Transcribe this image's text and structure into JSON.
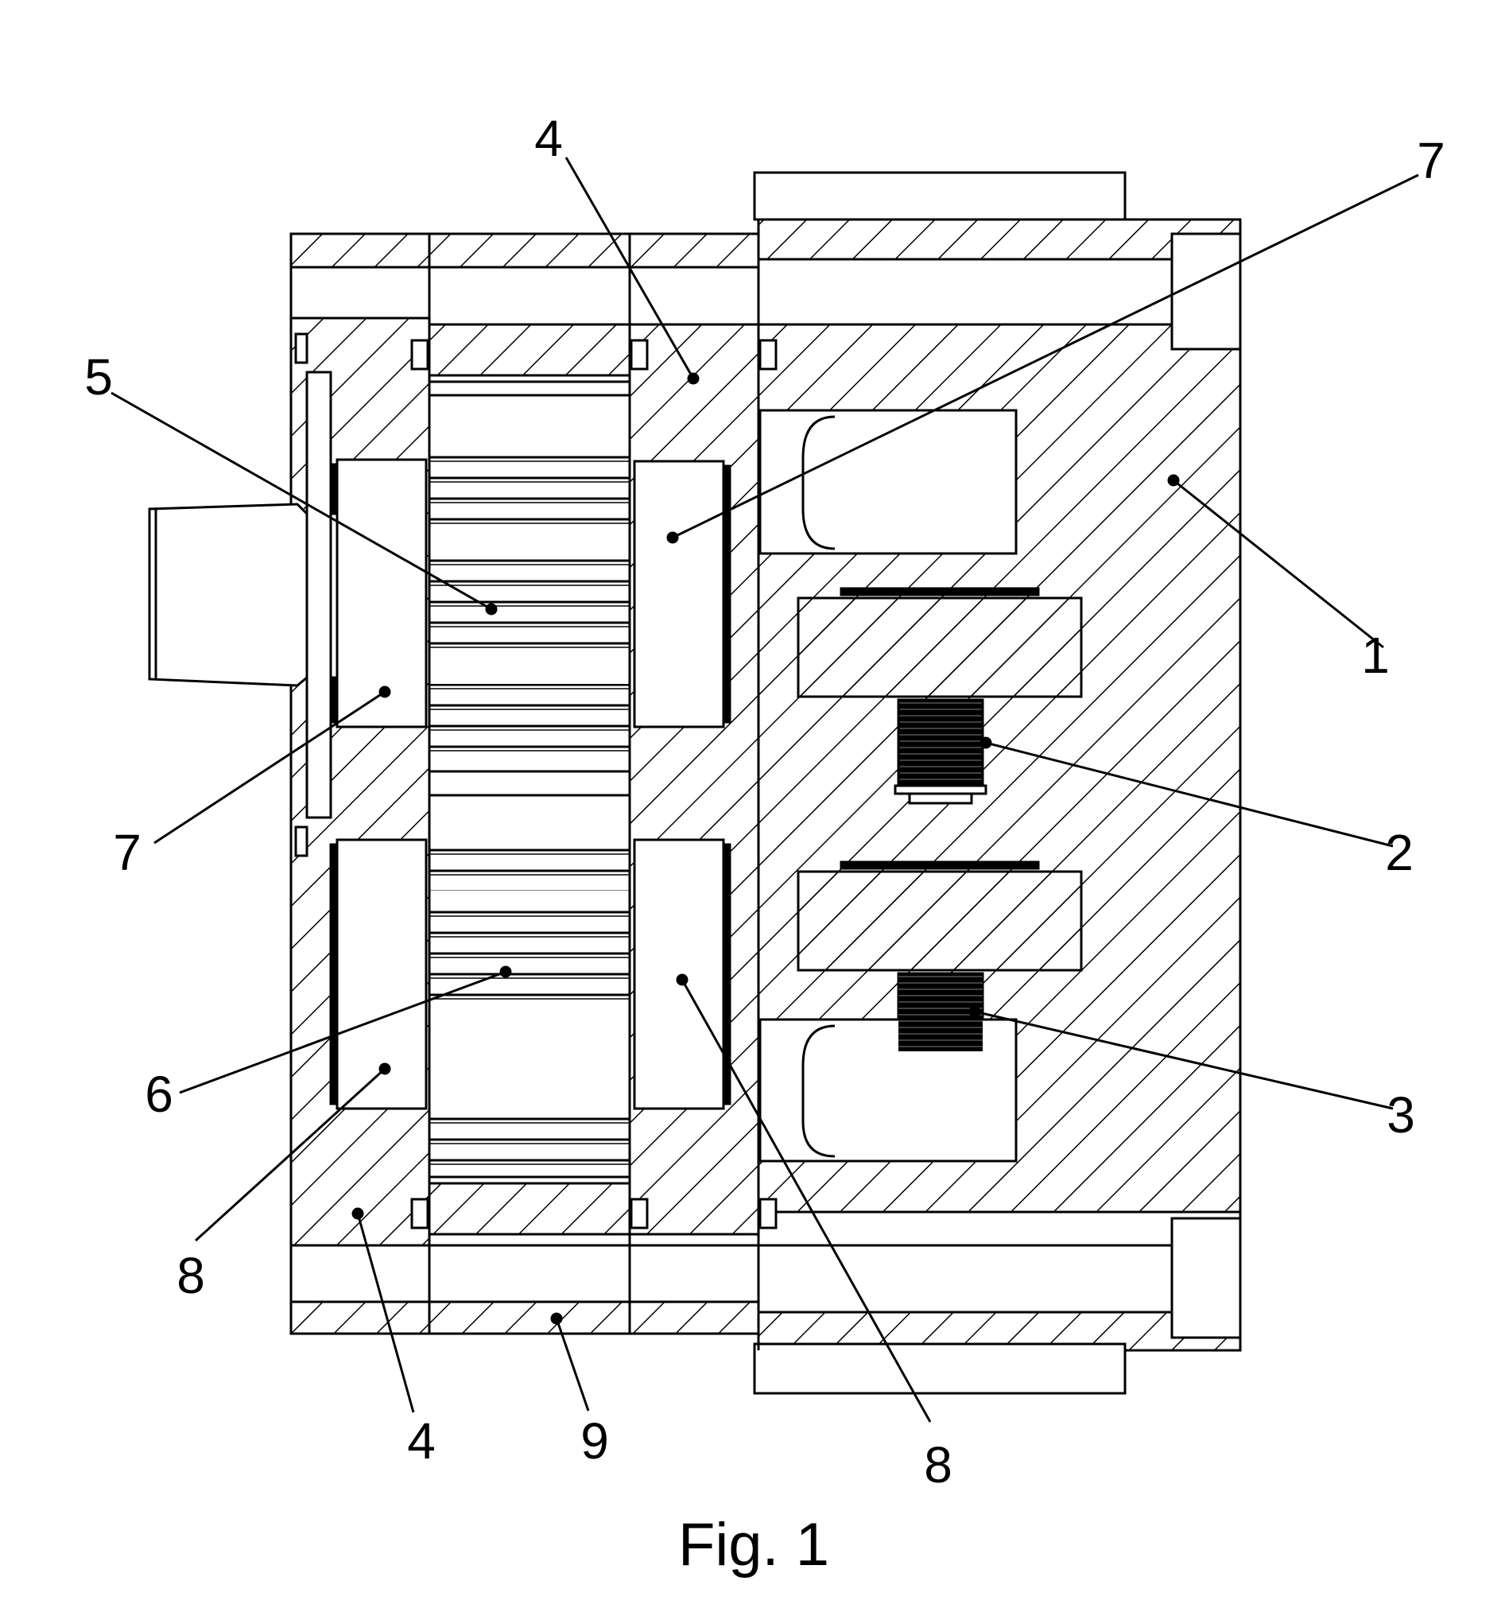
{
  "figure": {
    "caption": "Fig. 1"
  },
  "labels": [
    {
      "id": "label-4-top",
      "text": "4"
    },
    {
      "id": "label-7-top",
      "text": "7"
    },
    {
      "id": "label-5",
      "text": "5"
    },
    {
      "id": "label-1",
      "text": "1"
    },
    {
      "id": "label-2",
      "text": "2"
    },
    {
      "id": "label-7-left",
      "text": "7"
    },
    {
      "id": "label-6",
      "text": "6"
    },
    {
      "id": "label-3",
      "text": "3"
    },
    {
      "id": "label-8-left",
      "text": "8"
    },
    {
      "id": "label-4-bottom",
      "text": "4"
    },
    {
      "id": "label-9",
      "text": "9"
    },
    {
      "id": "label-8-bottom",
      "text": "8"
    }
  ],
  "colors": {
    "line": "#000000",
    "background": "#ffffff"
  }
}
